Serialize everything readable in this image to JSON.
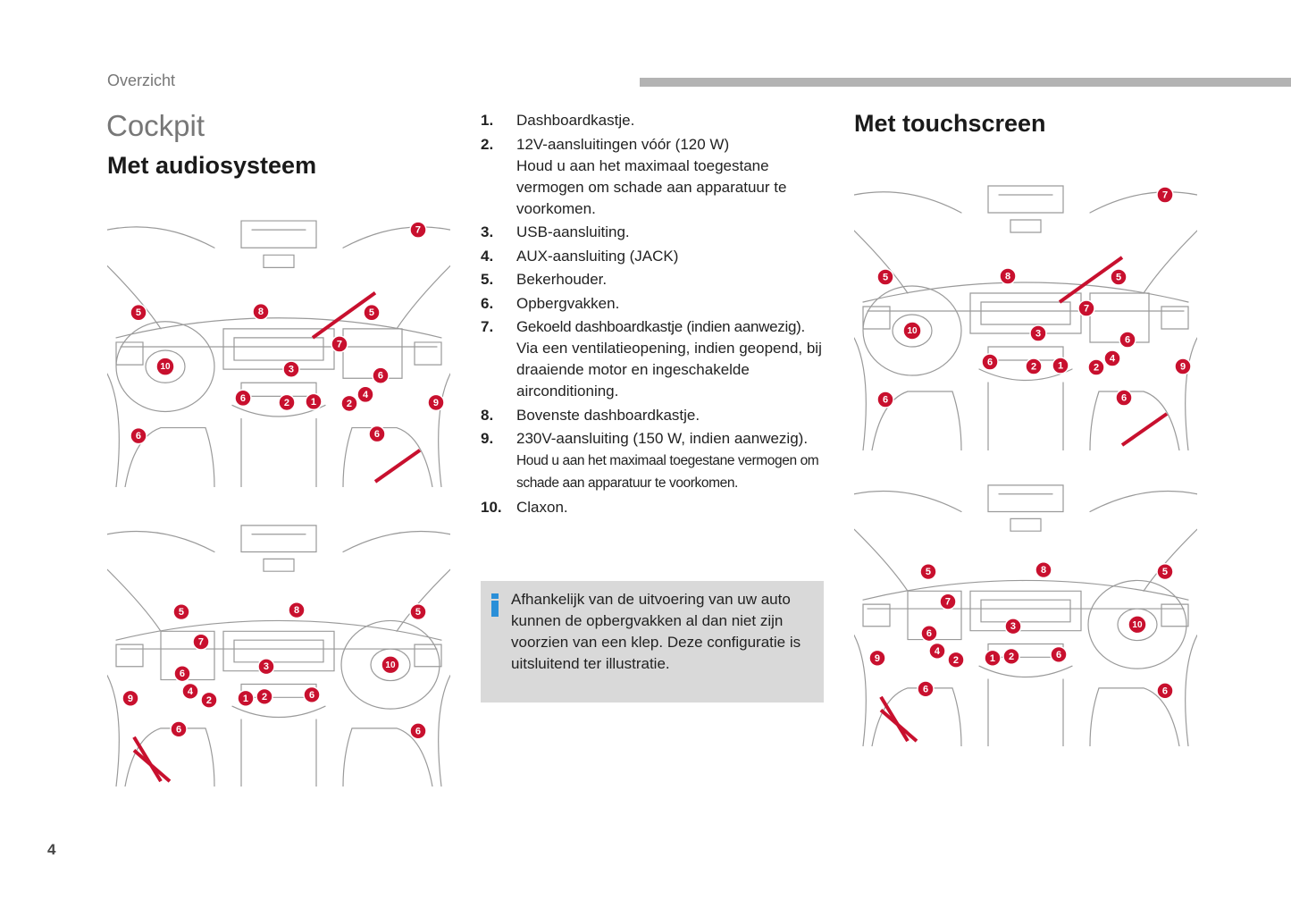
{
  "header": {
    "section": "Overzicht",
    "title": "Cockpit"
  },
  "left_column": {
    "subtitle": "Met audiosysteem"
  },
  "right_column": {
    "subtitle": "Met touchscreen"
  },
  "legend": [
    {
      "number": "1.",
      "lines": [
        "Dashboardkastje."
      ]
    },
    {
      "number": "2.",
      "lines": [
        "12V-aansluitingen vóór (120 W)",
        "Houd u aan het maximaal toegestane vermogen om schade aan apparatuur te voorkomen."
      ]
    },
    {
      "number": "3.",
      "lines": [
        "USB-aansluiting."
      ]
    },
    {
      "number": "4.",
      "lines": [
        "AUX-aansluiting (JACK)"
      ]
    },
    {
      "number": "5.",
      "lines": [
        "Bekerhouder."
      ]
    },
    {
      "number": "6.",
      "lines": [
        "Opbergvakken."
      ]
    },
    {
      "number": "7.",
      "lines": [
        "Gekoeld dashboardkastje (indien aanwezig).",
        "Via een ventilatieopening, indien geopend, bij draaiende motor en ingeschakelde airconditioning."
      ]
    },
    {
      "number": "8.",
      "lines": [
        "Bovenste dashboardkastje."
      ]
    },
    {
      "number": "9.",
      "lines": [
        "230V-aansluiting (150 W, indien aanwezig).",
        "Houd u aan het maximaal toegestane vermogen om schade aan apparatuur te voorkomen."
      ]
    },
    {
      "number": "10.",
      "lines": [
        "Claxon."
      ]
    }
  ],
  "info": {
    "icon": "info-icon",
    "text": "Afhankelijk van de uitvoering van uw auto kunnen de opbergvakken al dan niet zijn voorzien van een klep. Deze configuratie is uitsluitend ter illustratie."
  },
  "page_number": "4",
  "diagrams": [
    {
      "name": "diagram-audio-lhd",
      "callouts": [
        "7",
        "5",
        "8",
        "5",
        "7",
        "10",
        "3",
        "6",
        "6",
        "2",
        "1",
        "2",
        "4",
        "9",
        "6",
        "6"
      ]
    },
    {
      "name": "diagram-audio-rhd",
      "callouts": [
        "8",
        "5",
        "5",
        "7",
        "10",
        "3",
        "6",
        "4",
        "2",
        "1",
        "2",
        "6",
        "9",
        "6",
        "6"
      ]
    },
    {
      "name": "diagram-touch-lhd",
      "callouts": [
        "7",
        "5",
        "8",
        "5",
        "7",
        "10",
        "3",
        "6",
        "6",
        "2",
        "1",
        "2",
        "4",
        "9",
        "6",
        "6"
      ]
    },
    {
      "name": "diagram-touch-rhd",
      "callouts": [
        "8",
        "5",
        "5",
        "7",
        "10",
        "3",
        "6",
        "4",
        "2",
        "1",
        "2",
        "6",
        "9",
        "6",
        "6"
      ]
    }
  ],
  "colors": {
    "accent_red": "#c8102e",
    "info_blue": "#2a8fd8",
    "bar_gray": "#b3b3b3",
    "box_gray": "#d9d9d9"
  }
}
